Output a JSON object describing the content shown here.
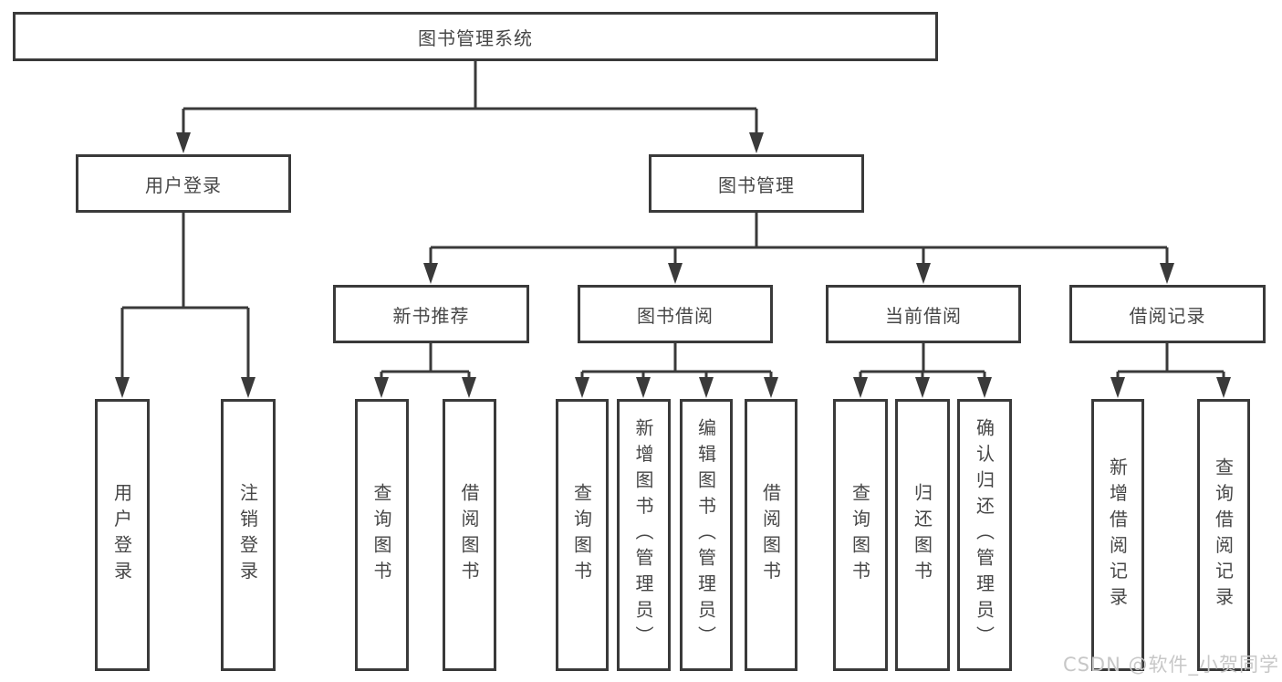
{
  "tree": {
    "label": "图书管理系统",
    "children": [
      {
        "label": "用户登录",
        "children": [
          {
            "label": "用户登录"
          },
          {
            "label": "注销登录"
          }
        ]
      },
      {
        "label": "图书管理",
        "children": [
          {
            "label": "新书推荐",
            "children": [
              {
                "label": "查询图书"
              },
              {
                "label": "借阅图书"
              }
            ]
          },
          {
            "label": "图书借阅",
            "children": [
              {
                "label": "查询图书"
              },
              {
                "label": "新增图书（管理员）"
              },
              {
                "label": "编辑图书（管理员）"
              },
              {
                "label": "借阅图书"
              }
            ]
          },
          {
            "label": "当前借阅",
            "children": [
              {
                "label": "查询图书"
              },
              {
                "label": "归还图书"
              },
              {
                "label": "确认归还（管理员）"
              }
            ]
          },
          {
            "label": "借阅记录",
            "children": [
              {
                "label": "新增借阅记录"
              },
              {
                "label": "查询借阅记录"
              }
            ]
          }
        ]
      }
    ]
  },
  "watermark": {
    "text": "CSDN @软件_小贺同学"
  },
  "colors": {
    "line": "#3a3a3a",
    "box_border": "#3a3a3a",
    "box_fill": "#ffffff",
    "text": "#474747",
    "watermark": "#c7c7c7",
    "background": "#ffffff"
  }
}
